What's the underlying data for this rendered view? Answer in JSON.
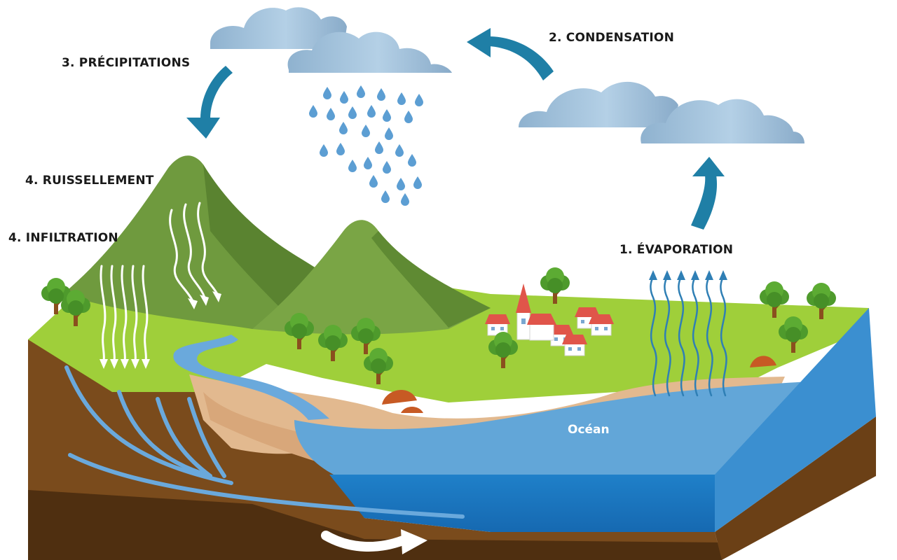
{
  "diagram": {
    "labels": {
      "evaporation": "1.  ÉVAPORATION",
      "condensation": "2. CONDENSATION",
      "precipitation": "3. PRÉCIPITATIONS",
      "runoff": "4. RUISSELLEMENT",
      "infiltration": "4. INFILTRATION",
      "ocean": "Océan"
    },
    "icons": {
      "cycle_arrow": "curved-arrow-icon",
      "cloud": "cloud-icon",
      "raindrop": "raindrop-icon",
      "tree": "tree-icon",
      "house": "house-icon",
      "church": "church-icon"
    },
    "colors": {
      "arrow": "#1f7fa6",
      "grass": "#9fcf3a",
      "mountain": "#6f9a3e",
      "soil": "#7a4b1c",
      "sand": "#e2b98f",
      "ocean_surface": "#62a6d8",
      "ocean_deep": "#1b78c4",
      "cloud": "#9cbcd6",
      "rain": "#5c9ed3",
      "roof": "#e0554a"
    }
  }
}
